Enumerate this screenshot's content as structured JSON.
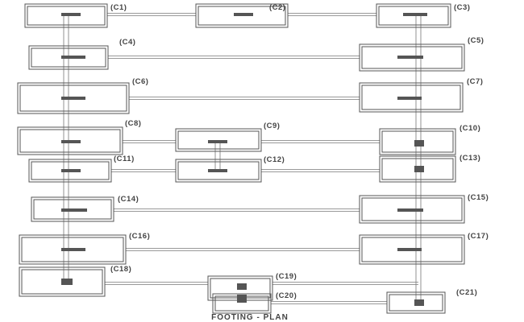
{
  "title": "FOOTING - PLAN",
  "footings": [
    {
      "label": "(C1)"
    },
    {
      "label": "(C2)"
    },
    {
      "label": "(C3)"
    },
    {
      "label": "(C4)"
    },
    {
      "label": "(C5)"
    },
    {
      "label": "(C6)"
    },
    {
      "label": "(C7)"
    },
    {
      "label": "(C8)"
    },
    {
      "label": "(C9)"
    },
    {
      "label": "(C10)"
    },
    {
      "label": "(C11)"
    },
    {
      "label": "(C12)"
    },
    {
      "label": "(C13)"
    },
    {
      "label": "(C14)"
    },
    {
      "label": "(C15)"
    },
    {
      "label": "(C16)"
    },
    {
      "label": "(C17)"
    },
    {
      "label": "(C18)"
    },
    {
      "label": "(C19)"
    },
    {
      "label": "(C20)"
    },
    {
      "label": "(C21)"
    }
  ]
}
